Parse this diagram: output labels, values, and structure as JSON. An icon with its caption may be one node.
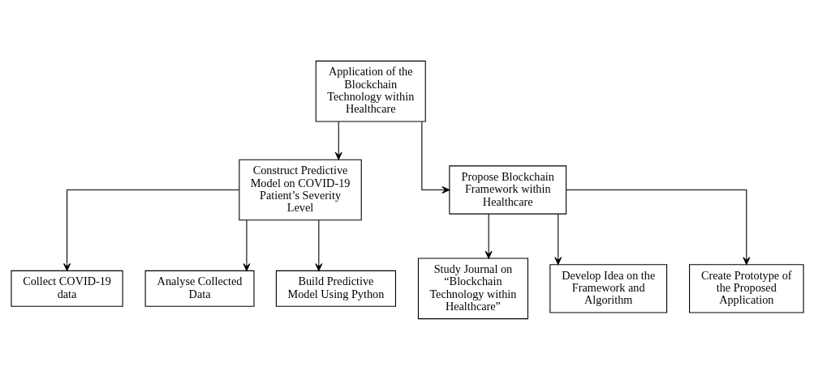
{
  "diagram": {
    "nodes": [
      {
        "text": [
          "Application of the Blockchain Technology within Healthcare"
        ]
      },
      {
        "text": [
          "Construct Predictive Model on COVID-19 Patient’s Severity Level"
        ]
      },
      {
        "text": [
          "Propose Blockchain Framework within Healthcare"
        ]
      },
      {
        "text": [
          "Collect COVID-19 data"
        ]
      },
      {
        "text": [
          "Analyse Collected Data"
        ]
      },
      {
        "text": [
          "Build Predictive Model Using Python"
        ]
      },
      {
        "text": [
          "Study Journal on “Blockchain Technology within Healthcare”"
        ]
      },
      {
        "text": [
          "Develop Idea on the Framework and Algorithm"
        ]
      },
      {
        "text": [
          "Create Prototype of the Proposed Application"
        ]
      }
    ],
    "edges": [
      {
        "from": 0,
        "to": 1,
        "arrow": "to"
      },
      {
        "from": 0,
        "to": 2,
        "arrow": "to"
      },
      {
        "from": 1,
        "to": 3,
        "arrow": "to"
      },
      {
        "from": 1,
        "to": 4,
        "arrow": "to"
      },
      {
        "from": 1,
        "to": 5,
        "arrow": "to"
      },
      {
        "from": 2,
        "to": 6,
        "arrow": "to"
      },
      {
        "from": 2,
        "to": 7,
        "arrow": "to"
      },
      {
        "from": 2,
        "to": 8,
        "arrow": "to"
      }
    ]
  }
}
